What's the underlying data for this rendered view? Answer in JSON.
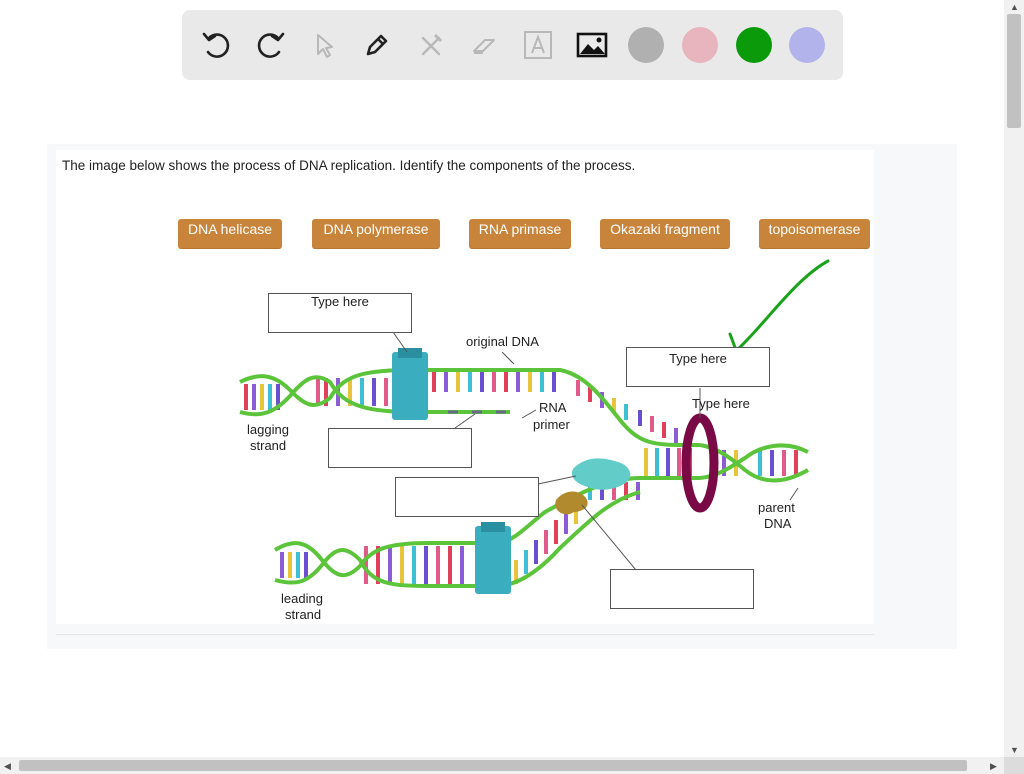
{
  "toolbar": {
    "tools": [
      {
        "name": "undo-icon"
      },
      {
        "name": "redo-icon"
      },
      {
        "name": "pointer-icon"
      },
      {
        "name": "pen-icon"
      },
      {
        "name": "tools-icon"
      },
      {
        "name": "eraser-icon"
      },
      {
        "name": "text-icon"
      },
      {
        "name": "image-icon"
      }
    ],
    "colors": [
      "#b0b0b0",
      "#e8b4bd",
      "#0a9a0a",
      "#b3b3ec"
    ]
  },
  "question": {
    "text": "The image below shows the process of DNA replication. Identify the components of the process."
  },
  "chips": [
    "DNA helicase",
    "DNA polymerase",
    "RNA primase",
    "Okazaki fragment",
    "topoisomerase"
  ],
  "dropzones": {
    "top_left": "Type here",
    "right": "Type here",
    "empty": ""
  },
  "figure": {
    "original_dna": "original DNA",
    "rna_primer_1": "RNA",
    "rna_primer_2": "primer",
    "type_here_label": "Type here",
    "lagging_1": "lagging",
    "lagging_2": "strand",
    "leading_1": "leading",
    "leading_2": "strand",
    "parent_1": "parent",
    "parent_2": "DNA"
  },
  "annotation_color": "#1aa31a"
}
